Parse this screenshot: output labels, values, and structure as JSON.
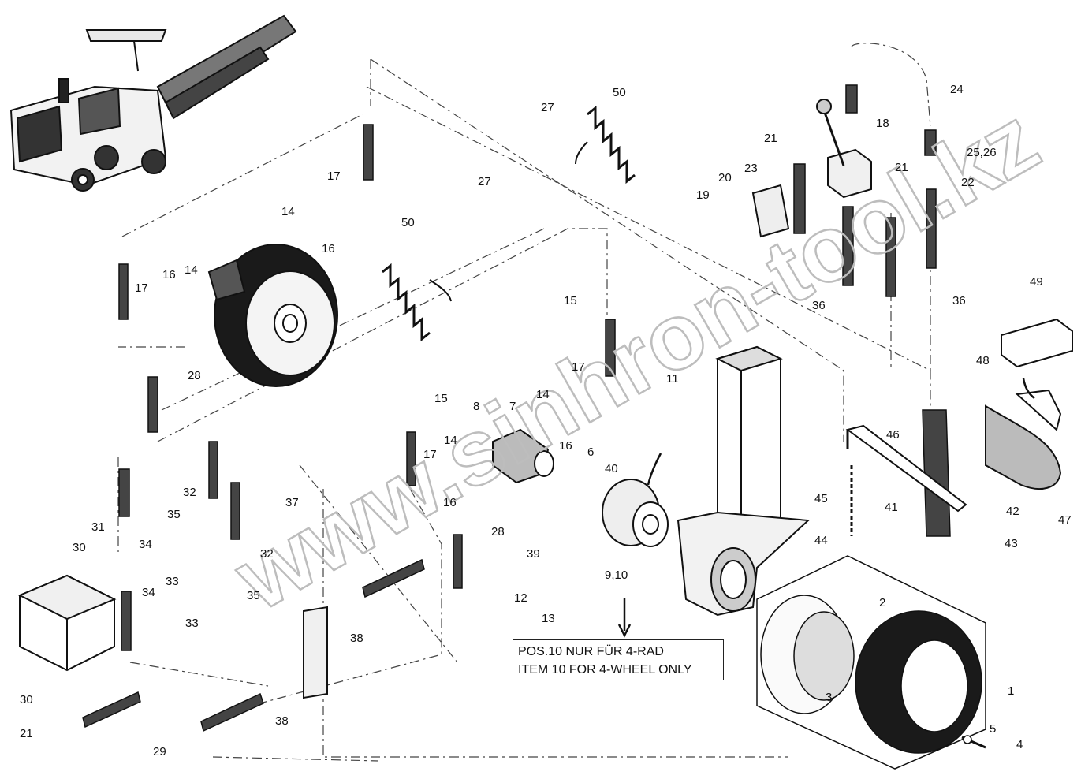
{
  "diagram": {
    "watermark": "www.sinhron-tool.kz",
    "note": {
      "line1": "POS.10 NUR FÜR 4-RAD",
      "line2": "ITEM 10 FOR 4-WHEEL ONLY"
    },
    "labels": [
      "1",
      "2",
      "3",
      "4",
      "5",
      "6",
      "7",
      "8",
      "9,10",
      "11",
      "12",
      "13",
      "14",
      "14",
      "14",
      "14",
      "15",
      "15",
      "16",
      "16",
      "16",
      "16",
      "17",
      "17",
      "17",
      "17",
      "18",
      "19",
      "20",
      "21",
      "21",
      "21",
      "22",
      "23",
      "24",
      "25,26",
      "27",
      "27",
      "28",
      "28",
      "29",
      "30",
      "30",
      "31",
      "32",
      "32",
      "33",
      "33",
      "34",
      "34",
      "35",
      "35",
      "36",
      "36",
      "37",
      "38",
      "38",
      "39",
      "40",
      "41",
      "42",
      "43",
      "44",
      "45",
      "46",
      "47",
      "48",
      "49",
      "50",
      "50"
    ]
  }
}
